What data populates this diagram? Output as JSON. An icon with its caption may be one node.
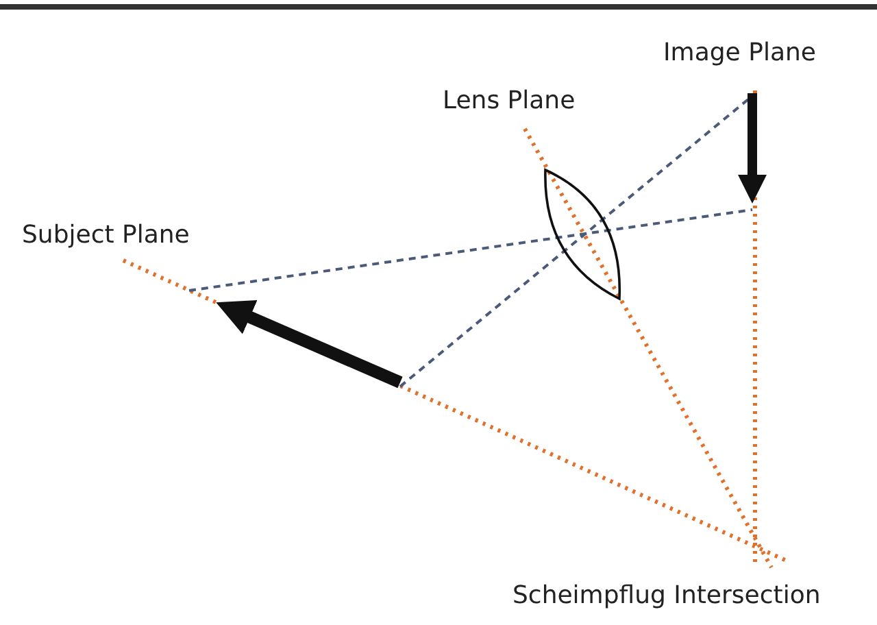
{
  "diagram": {
    "labels": [
      "Image Plane",
      "Lens Plane",
      "Subject Plane",
      "Scheimpflug Intersection"
    ]
  }
}
